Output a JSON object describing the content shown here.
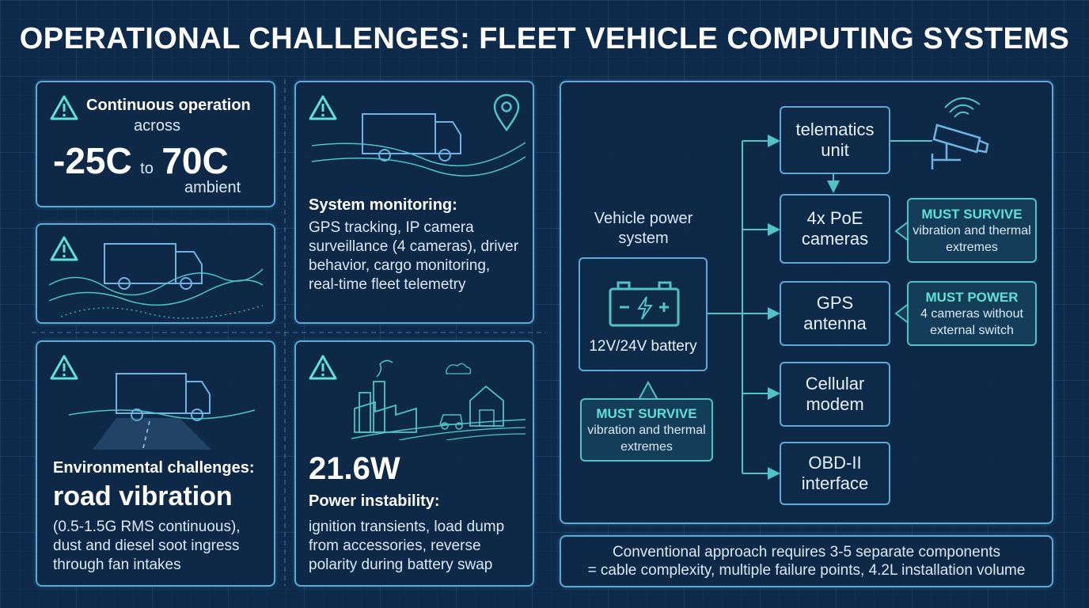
{
  "title": "OPERATIONAL CHALLENGES: FLEET VEHICLE COMPUTING SYSTEMS",
  "colors": {
    "accent": "#5fa9d8",
    "teal": "#4fc3c8",
    "warning": "#5fe0d8",
    "background": "#0d2a4a"
  },
  "temperature": {
    "line1": "Continuous operation",
    "line2": "across",
    "low": "-25C",
    "to": "to",
    "high": "70C",
    "line3": "ambient"
  },
  "monitoring": {
    "heading": "System monitoring:",
    "body": "GPS tracking, IP camera surveillance (4 cameras), driver behavior, cargo monitoring, real-time fleet telemetry"
  },
  "environment": {
    "heading": "Environmental challenges:",
    "big": "road vibration",
    "body": "(0.5-1.5G RMS continuous), dust and diesel soot ingress through fan intakes"
  },
  "power": {
    "big": "21.6W",
    "heading": "Power instability:",
    "body": "ignition transients, load dump from accessories, reverse polarity during battery swap"
  },
  "diagram": {
    "source_label": "Vehicle power system",
    "battery_label": "12V/24V battery",
    "nodes": [
      "telematics unit",
      "4x PoE cameras",
      "GPS antenna",
      "Cellular modem",
      "OBD-II interface"
    ],
    "callout_left": {
      "heading": "MUST SURVIVE",
      "body": "vibration and thermal extremes"
    },
    "callout_cameras": {
      "heading": "MUST SURVIVE",
      "body": "vibration and thermal extremes"
    },
    "callout_gps": {
      "heading": "MUST POWER",
      "body": "4 cameras without external switch"
    }
  },
  "footer": {
    "line1": "Conventional approach requires 3-5 separate components",
    "line2": "= cable complexity, multiple failure points, 4.2L installation volume"
  }
}
